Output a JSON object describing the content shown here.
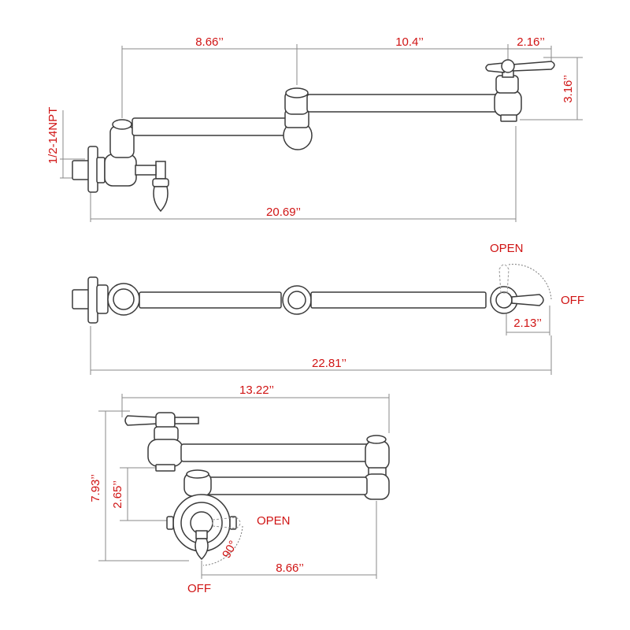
{
  "side_view": {
    "dim_top_left": "8.66’’",
    "dim_top_mid": "10.4’’",
    "dim_top_right": "2.16’’",
    "dim_right_height": "3.16’’",
    "dim_thread": "1/2-14NPT",
    "dim_overall": "20.69’’"
  },
  "top_view": {
    "label_open": "OPEN",
    "label_off": "OFF",
    "dim_handle": "2.13’’",
    "dim_overall": "22.81’’"
  },
  "folded_view": {
    "dim_width": "13.22’’",
    "dim_height": "7.93’’",
    "dim_inner_height": "2.65’’",
    "dim_lower": "8.66’’",
    "label_open": "OPEN",
    "label_off": "OFF",
    "angle": "90°"
  },
  "colors": {
    "dimension_text": "#d01414",
    "line_art": "#3a3a3a"
  }
}
